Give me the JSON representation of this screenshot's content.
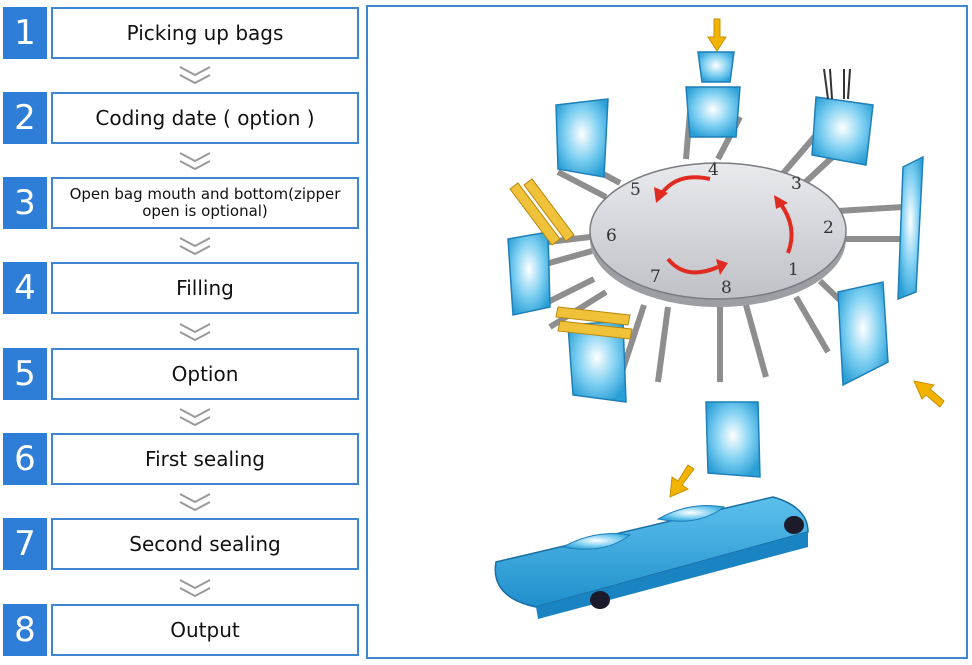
{
  "steps": [
    {
      "num": "1",
      "label": "Picking up bags"
    },
    {
      "num": "2",
      "label": "Coding date ( option )"
    },
    {
      "num": "3",
      "label": "Open bag mouth and bottom(zipper open is optional)"
    },
    {
      "num": "4",
      "label": "Filling"
    },
    {
      "num": "5",
      "label": "Option"
    },
    {
      "num": "6",
      "label": "First sealing"
    },
    {
      "num": "7",
      "label": "Second sealing"
    },
    {
      "num": "8",
      "label": "Output"
    }
  ],
  "diagram": {
    "station_labels": [
      "1",
      "2",
      "3",
      "4",
      "5",
      "6",
      "7",
      "8"
    ]
  },
  "colors": {
    "accent": "#2e7dd6",
    "border": "#3f86d0",
    "rotation_arrow": "#e02b20",
    "input_arrow": "#f2b400"
  }
}
